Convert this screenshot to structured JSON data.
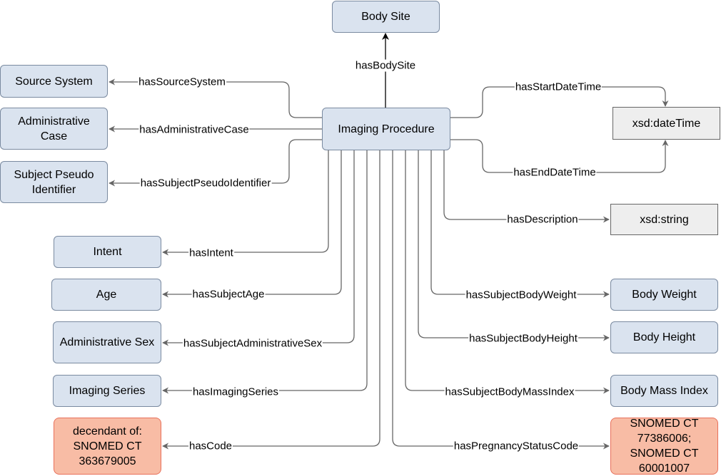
{
  "nodes": {
    "body_site": "Body Site",
    "source_system": "Source System",
    "administrative_case": "Administrative\nCase",
    "subject_pseudo_identifier": "Subject Pseudo\nIdentifier",
    "imaging_procedure": "Imaging Procedure",
    "xsd_datetime": "xsd:dateTime",
    "xsd_string": "xsd:string",
    "intent": "Intent",
    "age": "Age",
    "administrative_sex": "Administrative Sex",
    "imaging_series": "Imaging Series",
    "code": "decendant of:\nSNOMED CT\n363679005",
    "body_weight": "Body Weight",
    "body_height": "Body Height",
    "body_mass_index": "Body Mass Index",
    "pregnancy_status": "SNOMED CT\n77386006;\nSNOMED CT\n60001007"
  },
  "edges": {
    "has_body_site": "hasBodySite",
    "has_source_system": "hasSourceSystem",
    "has_administrative_case": "hasAdministrativeCase",
    "has_subject_pseudo_identifier": "hasSubjectPseudoIdentifier",
    "has_start_date_time": "hasStartDateTime",
    "has_end_date_time": "hasEndDateTime",
    "has_description": "hasDescription",
    "has_intent": "hasIntent",
    "has_subject_age": "hasSubjectAge",
    "has_subject_body_weight": "hasSubjectBodyWeight",
    "has_subject_administrative_sex": "hasSubjectAdministrativeSex",
    "has_subject_body_height": "hasSubjectBodyHeight",
    "has_imaging_series": "hasImagingSeries",
    "has_subject_body_mass_index": "hasSubjectBodyMassIndex",
    "has_code": "hasCode",
    "has_pregnancy_status_code": "hasPregnancyStatusCode"
  },
  "colors": {
    "class_fill": "#dae3ef",
    "datatype_fill": "#eeeeee",
    "code_fill": "#f8bca5",
    "code_border": "#e8705a",
    "edge": "#666666"
  }
}
